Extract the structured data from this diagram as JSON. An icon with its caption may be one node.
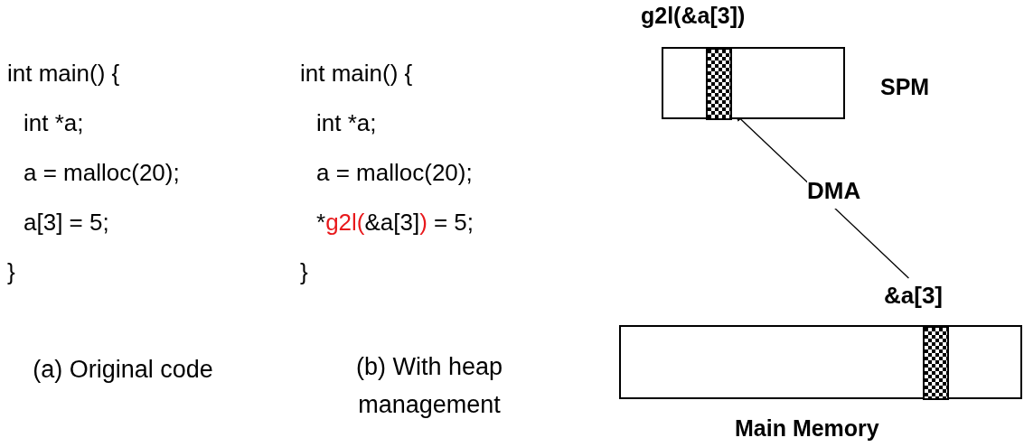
{
  "diagram": {
    "nodes": [
      {
        "text": [],
        "shape": "box",
        "beside": [
          "SPM"
        ]
      },
      {
        "text": [],
        "shape": "box",
        "in": 0,
        "beside": [
          "g2l(&a[3])"
        ]
      },
      {
        "text": [
          "&a[3]"
        ]
      },
      {
        "text": [],
        "shape": "box",
        "beside": [
          "Main Memory"
        ]
      },
      {
        "text": [],
        "shape": "box",
        "in": 3
      }
    ],
    "edges": [
      {
        "from": 2,
        "to": 1,
        "arrow": "to",
        "label": "DMA"
      }
    ],
    "labels": [
      "int main() {",
      "int *a;",
      "a = malloc(20);",
      "a[3] = 5;",
      "}",
      "int main() {",
      "int *a;",
      "a = malloc(20);",
      "*",
      "g2l(",
      "&a[3]",
      ")",
      "= 5;",
      "}",
      "(a) Original code",
      "(b) With heap management"
    ]
  }
}
